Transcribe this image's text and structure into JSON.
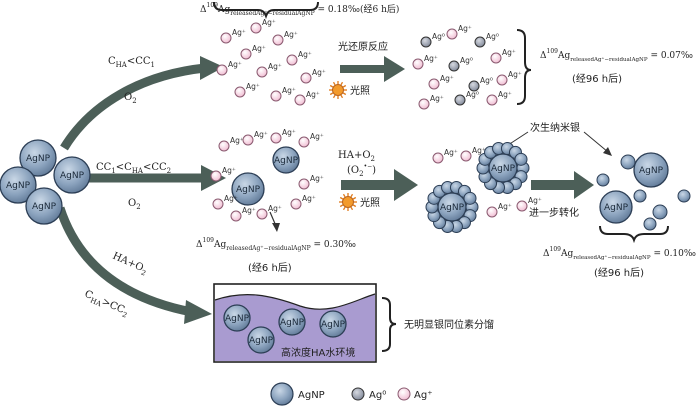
{
  "colors": {
    "arrow": "#4c5f58",
    "agnp_fill": "#7e97b3",
    "agnp_stroke": "#2c3e55",
    "ag0_fill": "#8e96a6",
    "agplus_fill": "#f3c9dc",
    "agplus_stroke": "#8a5a70",
    "water_fill": "#a99bd0",
    "sun_fill": "#f39a2b"
  },
  "icons": {
    "sun": "sun-icon",
    "brace": "curly-brace-icon"
  },
  "nodes": {
    "agnp": "AgNP",
    "ag0": "Ag⁰",
    "agplus": "Ag⁺"
  },
  "branches": {
    "top": {
      "cond_main": "C",
      "cond_sub1": "HA",
      "cond_mid": "<CC",
      "cond_sub2": "1",
      "reactant": "O",
      "reactant_sub": "2",
      "delta_prefix": "Δ",
      "delta_sup": "109",
      "delta_main": "Ag",
      "delta_sub": "releasedAg⁺−residualAgNP",
      "delta_value1": " = 0.18‰(经6 h后)",
      "process": "光还原反应",
      "light": "光照",
      "result_value": " = 0.07‰",
      "result_time": "(经96 h后)"
    },
    "middle": {
      "cond_a": "CC",
      "cond_a_sub": "1",
      "cond_b": "<C",
      "cond_b_sub": "HA",
      "cond_c": "<CC",
      "cond_c_sub": "2",
      "reactant": "O",
      "reactant_sub": "2",
      "reagent1": "HA+O",
      "reagent1_sub": "2",
      "reagent2": "(O",
      "reagent2_sub": "2",
      "reagent2_sup": "•−",
      "reagent2_end": ")",
      "light": "光照",
      "secondary": "次生纳米银",
      "transform": "进一步转化",
      "value1": " = 0.30‰",
      "time1": "(经6 h后)",
      "value2": " = 0.10‰",
      "time2": "(经96 h后)"
    },
    "bottom": {
      "reagent": "HA+O",
      "reagent_sub": "2",
      "cond_main": "C",
      "cond_sub1": "HA",
      "cond_mid": ">CC",
      "cond_sub2": "2",
      "env_label": "高浓度HA水环境",
      "result": "无明显银同位素分馏"
    }
  },
  "legend": {
    "agnp": "AgNP",
    "ag0": "Ag⁰",
    "agplus": "Ag⁺"
  }
}
